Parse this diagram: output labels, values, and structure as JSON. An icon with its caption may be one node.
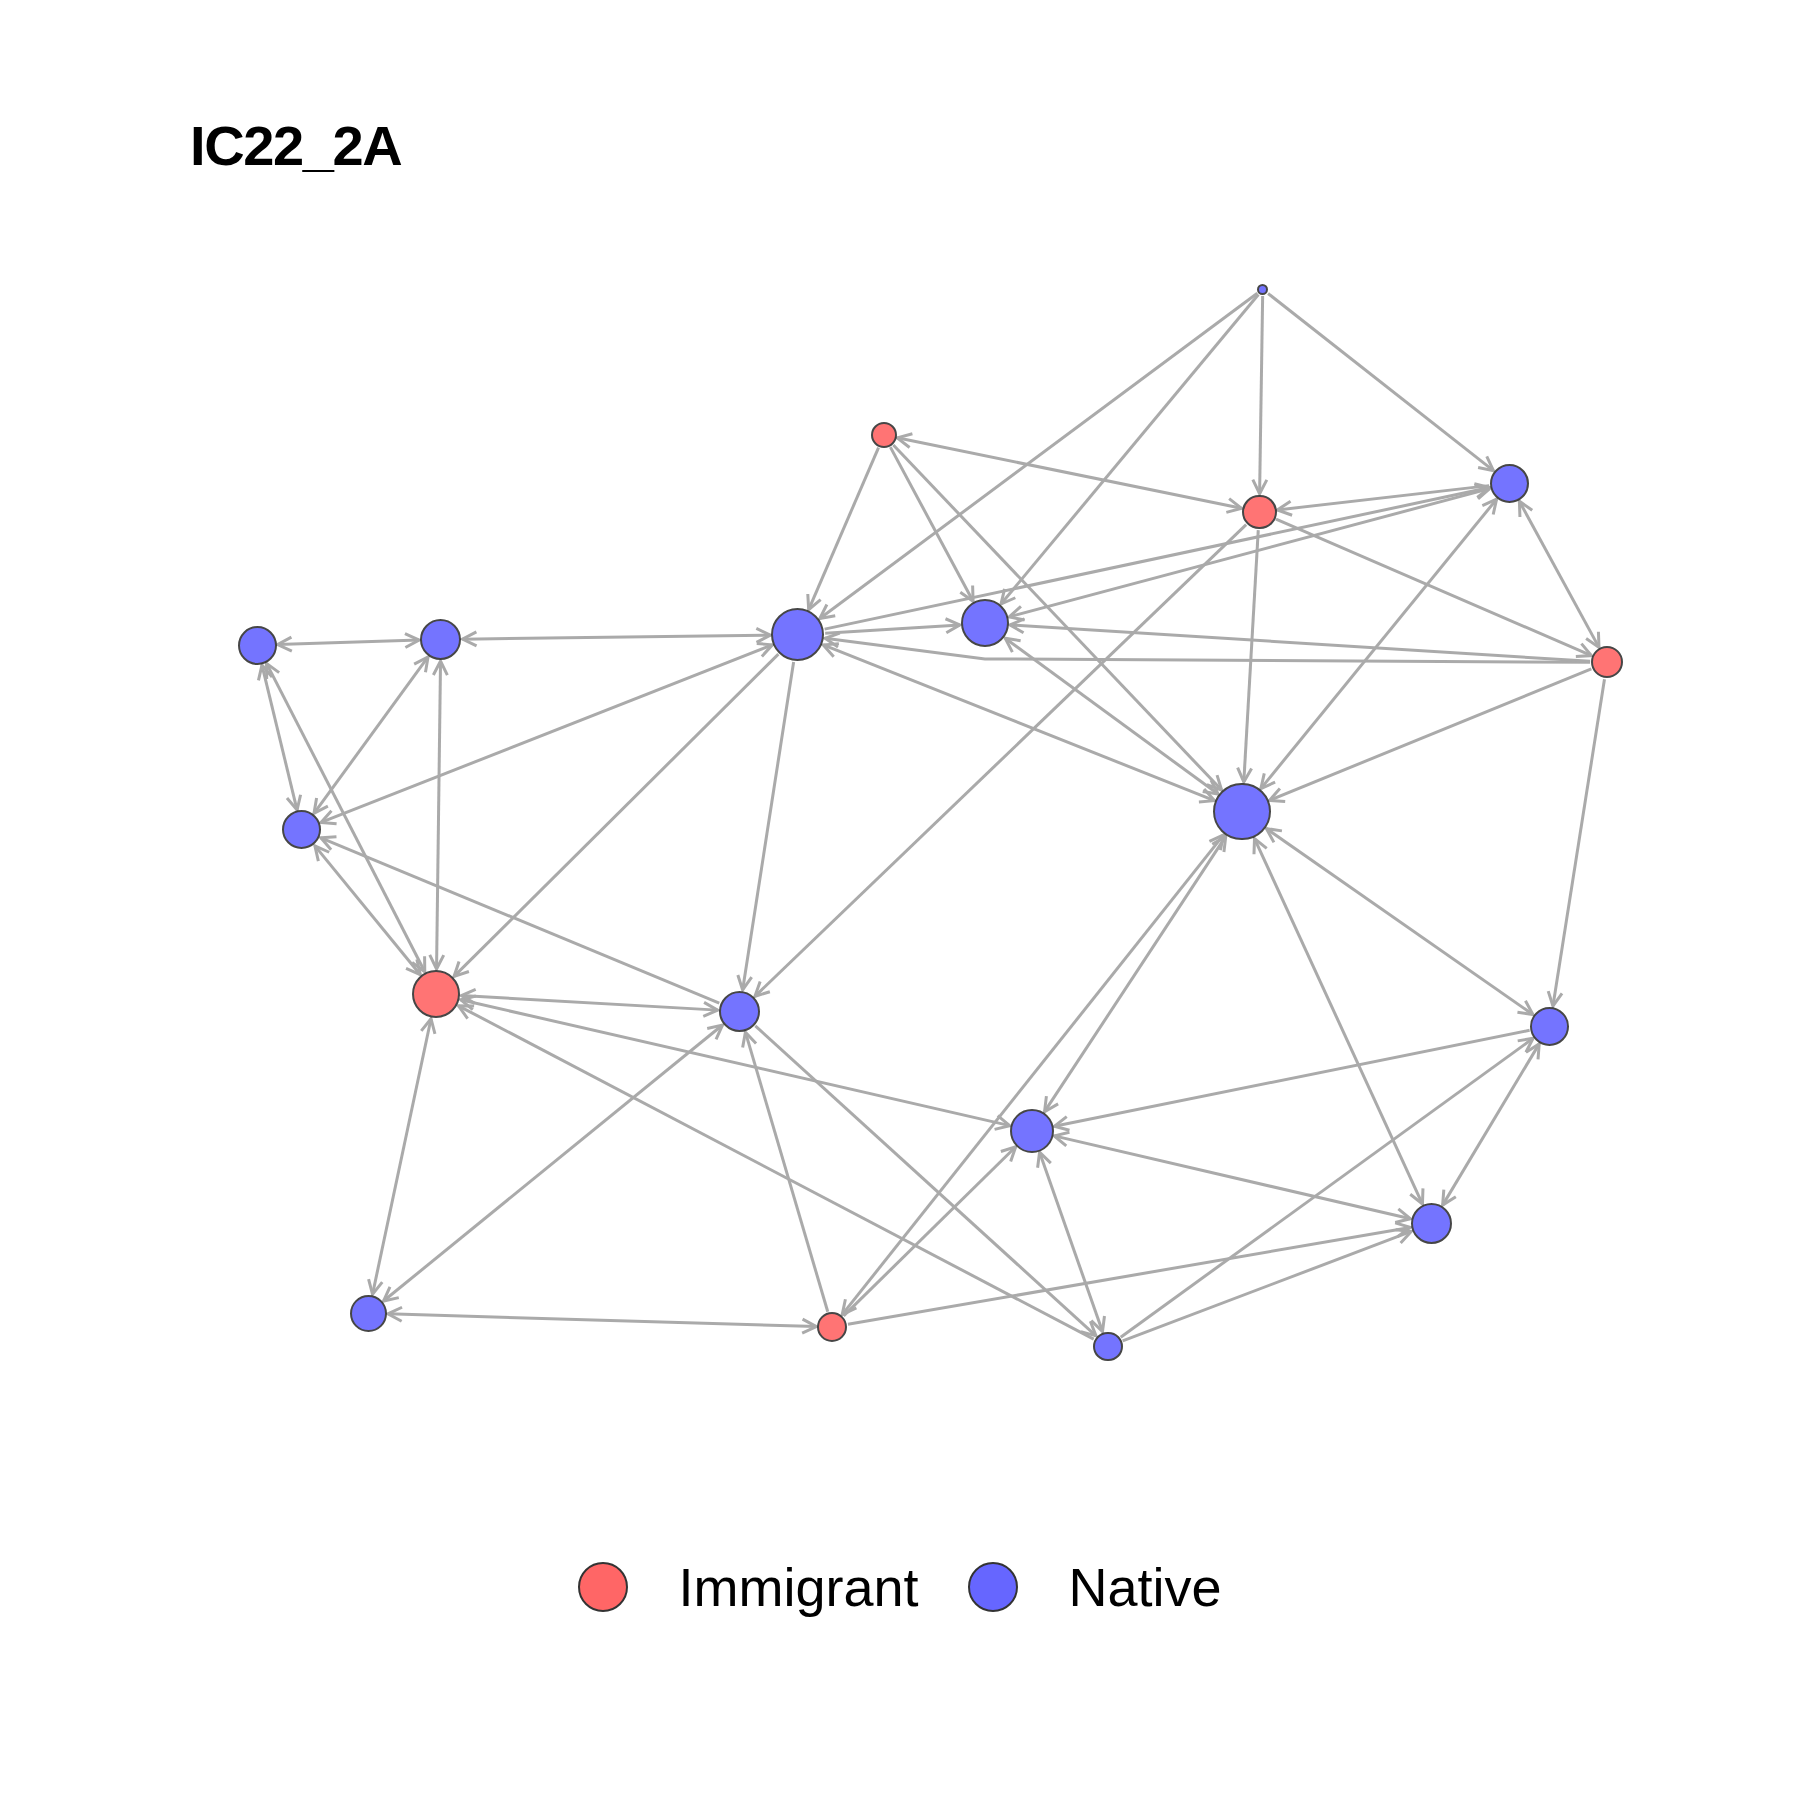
{
  "diagram": {
    "title": "IC22_2A",
    "nodes": [
      {
        "text": [],
        "shape": "circle"
      },
      {
        "text": [],
        "shape": "circle"
      },
      {
        "text": [],
        "shape": "circle"
      },
      {
        "text": [],
        "shape": "circle"
      },
      {
        "text": [],
        "shape": "circle"
      },
      {
        "text": [],
        "shape": "circle"
      },
      {
        "text": [],
        "shape": "circle"
      },
      {
        "text": [],
        "shape": "circle"
      },
      {
        "text": [],
        "shape": "circle"
      },
      {
        "text": [],
        "shape": "circle"
      },
      {
        "text": [],
        "shape": "circle"
      },
      {
        "text": [],
        "shape": "circle"
      },
      {
        "text": [],
        "shape": "circle"
      },
      {
        "text": [],
        "shape": "circle"
      },
      {
        "text": [],
        "shape": "circle"
      },
      {
        "text": [],
        "shape": "circle"
      },
      {
        "text": [],
        "shape": "circle"
      },
      {
        "text": [],
        "shape": "circle"
      },
      {
        "text": [],
        "shape": "circle"
      }
    ],
    "edges": [
      {
        "from": 0,
        "to": 5,
        "arrow": "to"
      },
      {
        "from": 0,
        "to": 4,
        "arrow": "to"
      },
      {
        "from": 0,
        "to": 3,
        "arrow": "to"
      },
      {
        "from": 0,
        "to": 2,
        "arrow": "to"
      },
      {
        "from": 3,
        "to": 1,
        "arrow": "both"
      },
      {
        "from": 1,
        "to": 5,
        "arrow": "to"
      },
      {
        "from": 1,
        "to": 4,
        "arrow": "to"
      },
      {
        "from": 1,
        "to": 9,
        "arrow": "to"
      },
      {
        "from": 2,
        "to": 3,
        "arrow": "to"
      },
      {
        "from": 2,
        "to": 4,
        "arrow": "both"
      },
      {
        "from": 5,
        "to": 2,
        "arrow": "to"
      },
      {
        "from": 3,
        "to": 8,
        "arrow": "to"
      },
      {
        "from": 3,
        "to": 9,
        "arrow": "to"
      },
      {
        "from": 3,
        "to": 12,
        "arrow": "to"
      },
      {
        "from": 2,
        "to": 8,
        "arrow": "both"
      },
      {
        "from": 9,
        "to": 2,
        "arrow": "both"
      },
      {
        "from": 5,
        "to": 4,
        "arrow": "to"
      },
      {
        "from": 8,
        "to": 5,
        "arrow": "to"
      },
      {
        "from": 8,
        "to": 4,
        "arrow": "to"
      },
      {
        "from": 5,
        "to": 9,
        "arrow": "both"
      },
      {
        "from": 4,
        "to": 9,
        "arrow": "both"
      },
      {
        "from": 5,
        "to": 6,
        "arrow": "both"
      },
      {
        "from": 6,
        "to": 7,
        "arrow": "both"
      },
      {
        "from": 10,
        "to": 5,
        "arrow": "both"
      },
      {
        "from": 5,
        "to": 11,
        "arrow": "to"
      },
      {
        "from": 5,
        "to": 12,
        "arrow": "to"
      },
      {
        "from": 6,
        "to": 11,
        "arrow": "both"
      },
      {
        "from": 6,
        "to": 10,
        "arrow": "both"
      },
      {
        "from": 7,
        "to": 10,
        "arrow": "both"
      },
      {
        "from": 7,
        "to": 11,
        "arrow": "both"
      },
      {
        "from": 10,
        "to": 11,
        "arrow": "both"
      },
      {
        "from": 12,
        "to": 10,
        "arrow": "to"
      },
      {
        "from": 11,
        "to": 14,
        "arrow": "both"
      },
      {
        "from": 11,
        "to": 12,
        "arrow": "both"
      },
      {
        "from": 11,
        "to": 16,
        "arrow": "both"
      },
      {
        "from": 12,
        "to": 16,
        "arrow": "both"
      },
      {
        "from": 16,
        "to": 17,
        "arrow": "both"
      },
      {
        "from": 17,
        "to": 12,
        "arrow": "to"
      },
      {
        "from": 12,
        "to": 18,
        "arrow": "to"
      },
      {
        "from": 18,
        "to": 11,
        "arrow": "to"
      },
      {
        "from": 17,
        "to": 9,
        "arrow": "both"
      },
      {
        "from": 14,
        "to": 9,
        "arrow": "both"
      },
      {
        "from": 17,
        "to": 14,
        "arrow": "to"
      },
      {
        "from": 17,
        "to": 15,
        "arrow": "to"
      },
      {
        "from": 14,
        "to": 18,
        "arrow": "both"
      },
      {
        "from": 13,
        "to": 14,
        "arrow": "to"
      },
      {
        "from": 14,
        "to": 15,
        "arrow": "both"
      },
      {
        "from": 9,
        "to": 13,
        "arrow": "both"
      },
      {
        "from": 9,
        "to": 15,
        "arrow": "both"
      },
      {
        "from": 8,
        "to": 13,
        "arrow": "to"
      },
      {
        "from": 8,
        "to": 9,
        "arrow": "to"
      },
      {
        "from": 13,
        "to": 15,
        "arrow": "both"
      },
      {
        "from": 18,
        "to": 13,
        "arrow": "to"
      },
      {
        "from": 18,
        "to": 15,
        "arrow": "to"
      }
    ],
    "legend": [
      {
        "text": "Immigrant",
        "color": "#ff6666"
      },
      {
        "text": "Native",
        "color": "#6666ff"
      }
    ]
  }
}
